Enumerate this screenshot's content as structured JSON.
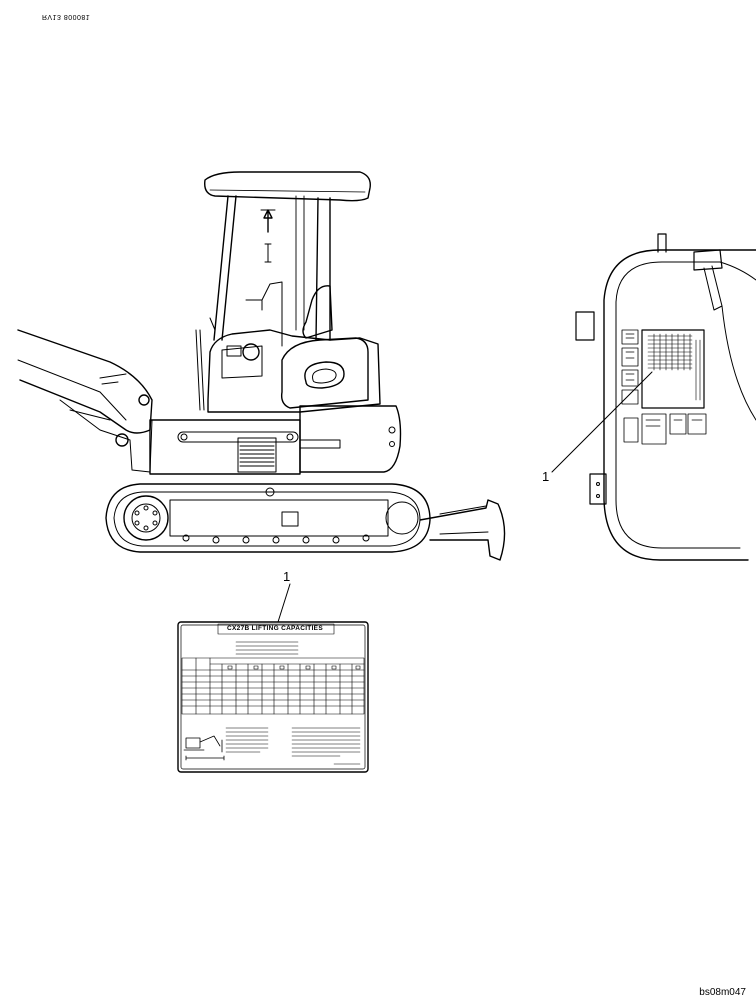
{
  "header_code": "RV13 800081",
  "callout_number_left": "1",
  "callout_number_right": "1",
  "decal_title": "CX27B LIFTING CAPACITIES",
  "figure_code": "bs08m047",
  "colors": {
    "line": "#000000",
    "background": "#ffffff"
  }
}
